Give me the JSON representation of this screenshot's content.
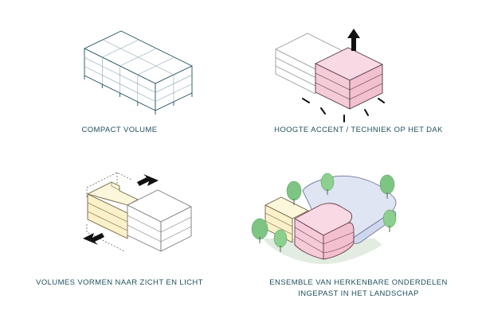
{
  "panels": [
    {
      "caption": "COMPACT VOLUME"
    },
    {
      "caption": "HOOGTE ACCENT / TECHNIEK OP HET DAK"
    },
    {
      "caption": "VOLUMES VORMEN NAAR ZICHT EN LICHT"
    },
    {
      "caption": "ENSEMBLE VAN HERKENBARE ONDERDELEN",
      "caption_line2": "INGEPAST IN HET LANDSCHAP"
    }
  ],
  "colors": {
    "caption_text": "#1f4f5c",
    "compact_outline": "#1f4f5c",
    "accent_pink": "#f6cbd8",
    "accent_yellow": "#fbf3cf",
    "landscape_blue": "#d7def0",
    "tree_green": "#7ec483",
    "arrow": "#111111",
    "line_grey": "#9a9a9a"
  },
  "icons": [
    "up-arrow-icon",
    "inward-arrow-icon",
    "tree-icon"
  ]
}
